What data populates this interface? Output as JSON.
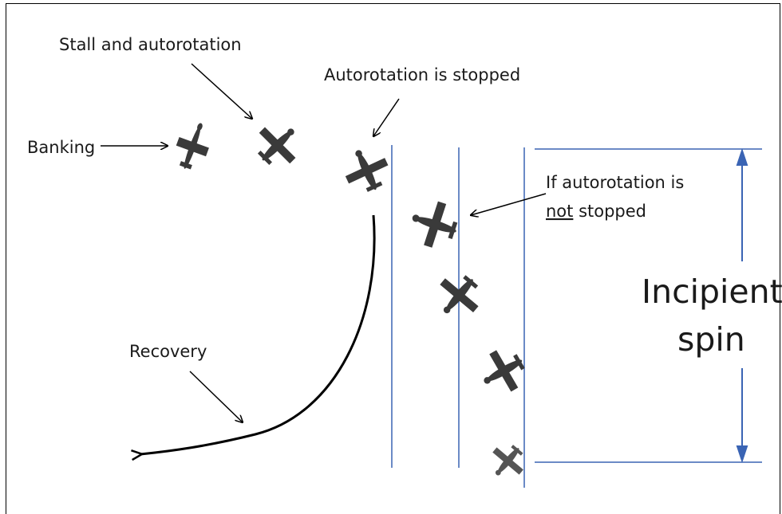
{
  "labels": {
    "stall": "Stall and autorotation",
    "stopped": "Autorotation is stopped",
    "banking": "Banking",
    "not_stopped_1": "If autorotation is",
    "not_stopped_2a": "not",
    "not_stopped_2b": " stopped",
    "recovery": "Recovery",
    "incipient": "Incipient",
    "spin": "spin"
  },
  "colors": {
    "guide_line": "#3a64b4",
    "arrow_blue": "#3a64b4",
    "plane": "#3a3a3a",
    "text": "#1a1a1a"
  },
  "icons": [
    "airplane-icon"
  ]
}
